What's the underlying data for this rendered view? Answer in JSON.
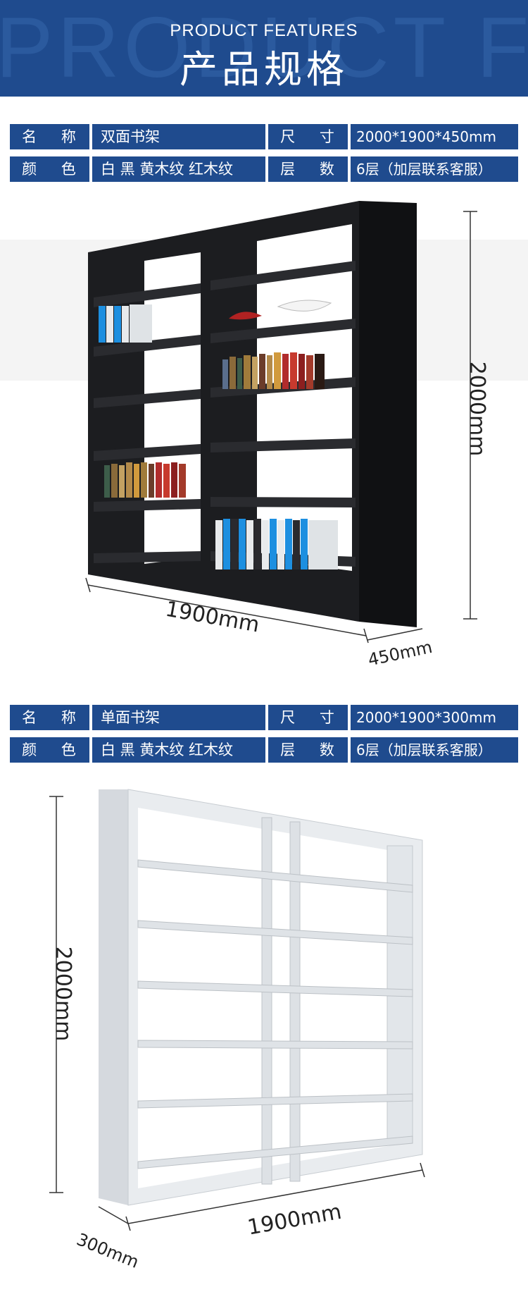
{
  "header": {
    "bg_word": "PRODUCT FEA",
    "subtitle": "PRODUCT FEATURES",
    "title": "产品规格"
  },
  "colors": {
    "brand_blue": "#1f4b8e",
    "shelf_black": "#1c1d20",
    "shelf_white": "#e9ecef"
  },
  "double_sided": {
    "name_label": "名 称",
    "name_value": "双面书架",
    "size_label": "尺 寸",
    "size_value": "2000*1900*450mm",
    "color_label": "颜 色",
    "color_value": "白 黑 黄木纹 红木纹",
    "layers_label": "层 数",
    "layers_value": "6层（加层联系客服）",
    "dim_height": "2000mm",
    "dim_width": "1900mm",
    "dim_depth": "450mm"
  },
  "single_sided": {
    "name_label": "名 称",
    "name_value": "单面书架",
    "size_label": "尺 寸",
    "size_value": "2000*1900*300mm",
    "color_label": "颜 色",
    "color_value": "白 黑 黄木纹 红木纹",
    "layers_label": "层 数",
    "layers_value": "6层（加层联系客服）",
    "dim_height": "2000mm",
    "dim_width": "1900mm",
    "dim_depth": "300mm"
  }
}
